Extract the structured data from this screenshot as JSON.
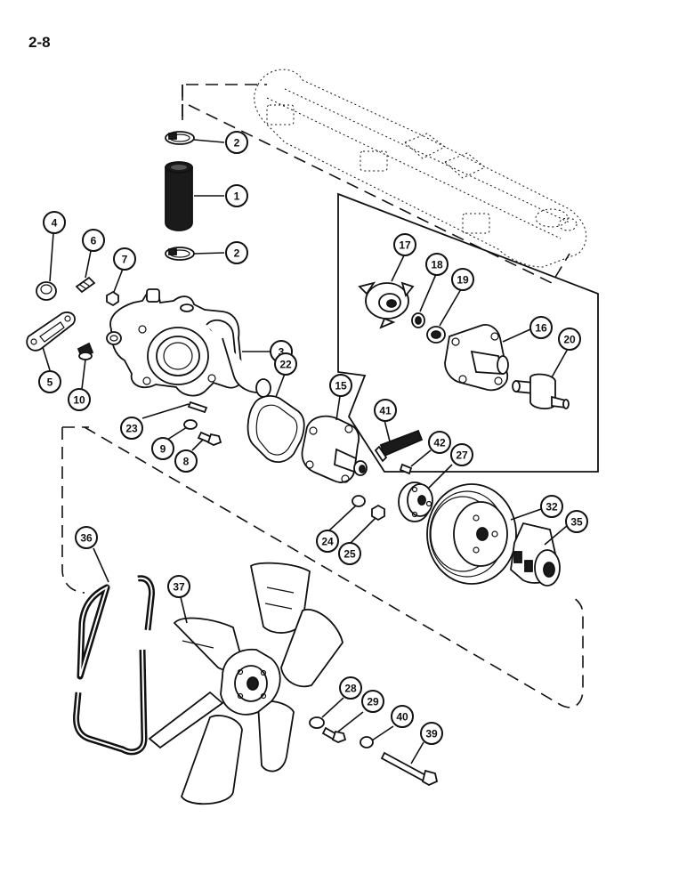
{
  "page_number": "2-8",
  "callouts": [
    {
      "id": "1",
      "label": "1"
    },
    {
      "id": "2a",
      "label": "2"
    },
    {
      "id": "2b",
      "label": "2"
    },
    {
      "id": "3",
      "label": "3"
    },
    {
      "id": "4",
      "label": "4"
    },
    {
      "id": "5",
      "label": "5"
    },
    {
      "id": "6",
      "label": "6"
    },
    {
      "id": "7",
      "label": "7"
    },
    {
      "id": "8",
      "label": "8"
    },
    {
      "id": "9",
      "label": "9"
    },
    {
      "id": "10",
      "label": "10"
    },
    {
      "id": "15",
      "label": "15"
    },
    {
      "id": "16",
      "label": "16"
    },
    {
      "id": "17",
      "label": "17"
    },
    {
      "id": "18",
      "label": "18"
    },
    {
      "id": "19",
      "label": "19"
    },
    {
      "id": "20",
      "label": "20"
    },
    {
      "id": "22",
      "label": "22"
    },
    {
      "id": "23",
      "label": "23"
    },
    {
      "id": "24",
      "label": "24"
    },
    {
      "id": "25",
      "label": "25"
    },
    {
      "id": "27",
      "label": "27"
    },
    {
      "id": "28",
      "label": "28"
    },
    {
      "id": "29",
      "label": "29"
    },
    {
      "id": "32",
      "label": "32"
    },
    {
      "id": "35",
      "label": "35"
    },
    {
      "id": "36",
      "label": "36"
    },
    {
      "id": "37",
      "label": "37"
    },
    {
      "id": "39",
      "label": "39"
    },
    {
      "id": "40",
      "label": "40"
    },
    {
      "id": "41",
      "label": "41"
    },
    {
      "id": "42",
      "label": "42"
    }
  ]
}
